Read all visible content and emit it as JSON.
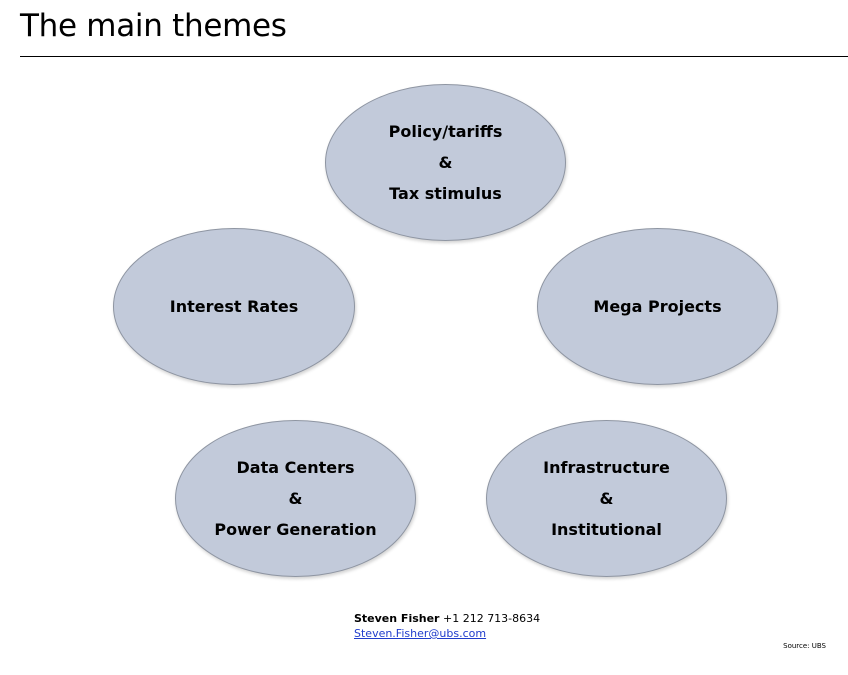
{
  "header": {
    "title": "The main themes"
  },
  "themes": [
    {
      "lines": [
        "Policy/tariffs",
        "&",
        "Tax stimulus"
      ]
    },
    {
      "lines": [
        "Interest Rates"
      ]
    },
    {
      "lines": [
        "Mega Projects"
      ]
    },
    {
      "lines": [
        "Data Centers",
        "&",
        "Power Generation"
      ]
    },
    {
      "lines": [
        "Infrastructure",
        "&",
        "Institutional"
      ]
    }
  ],
  "contact": {
    "name": "Steven Fisher",
    "phone": "+1 212 713-8634",
    "email": "Steven.Fisher@ubs.com"
  },
  "footer": {
    "source": "Source: UBS"
  },
  "colors": {
    "oval_fill": "#c2cada",
    "oval_border": "#8e95a2",
    "link": "#1f3ccc"
  }
}
